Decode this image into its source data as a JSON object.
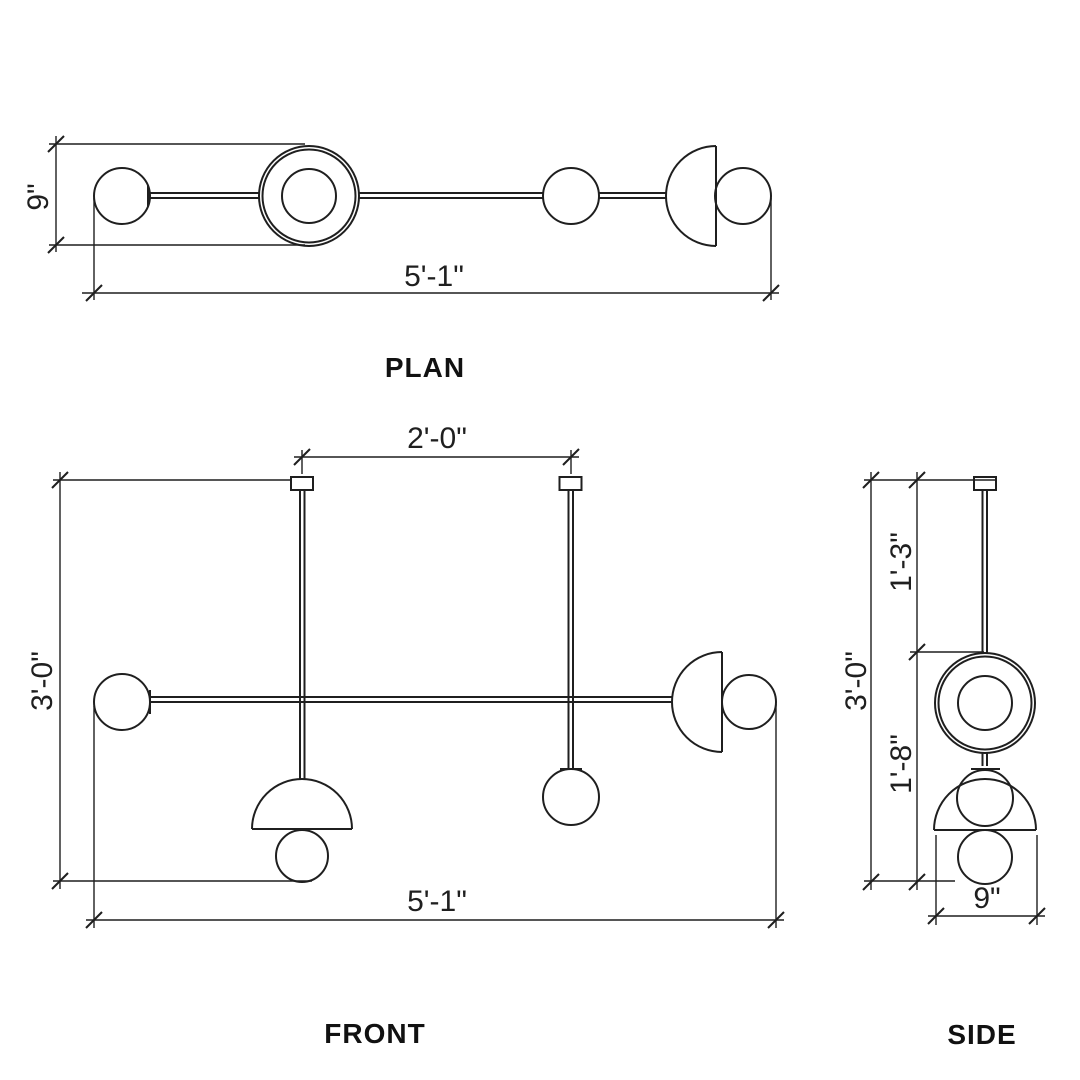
{
  "drawing": {
    "type": "technical-dimension-drawing",
    "subject": "linear chandelier light fixture",
    "colors": {
      "line": "#1f1f1f",
      "background": "#ffffff"
    },
    "views": {
      "plan": {
        "label": "PLAN",
        "dims": {
          "depth": "9\"",
          "width": "5'-1\""
        }
      },
      "front": {
        "label": "FRONT",
        "dims": {
          "stem_spacing": "2'-0\"",
          "height": "3'-0\"",
          "width": "5'-1\""
        }
      },
      "side": {
        "label": "SIDE",
        "dims": {
          "height": "3'-0\"",
          "upper_drop": "1'-3\"",
          "lower_drop": "1'-8\"",
          "depth": "9\""
        }
      }
    }
  }
}
